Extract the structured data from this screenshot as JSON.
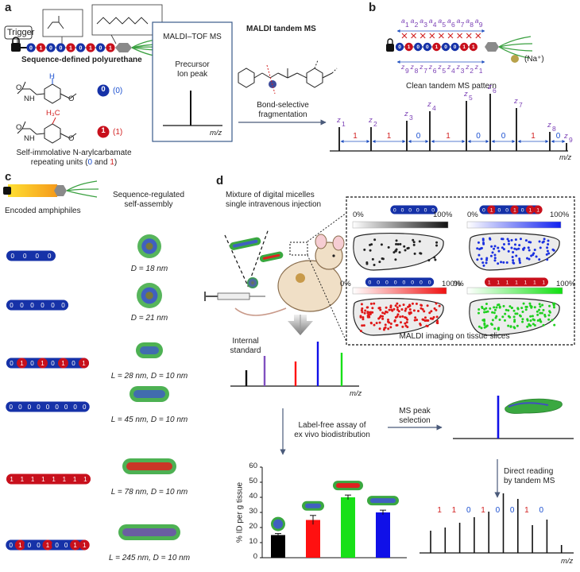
{
  "panels": {
    "a": "a",
    "b": "b",
    "c": "c",
    "d": "d"
  },
  "colors": {
    "zero_bead": "#1632a8",
    "one_bead": "#c8101c",
    "grey": "#888888",
    "green": "#34a83a"
  },
  "chain_sequences": {
    "a_top": "010010101",
    "b_top": "010010011",
    "c1": "0000",
    "c2": "000000",
    "c3": "01010101",
    "c4": "000000000",
    "c5": "11111111",
    "c6": "010010011",
    "d_black": "000000",
    "d_blue": "01001011",
    "d_red": "00000000",
    "d_green": "1111111"
  },
  "panel_a": {
    "trigger": "Trigger",
    "polymer_title": "Sequence-defined polyurethane",
    "bit0_label": "(0)",
    "bit1_label": "(1)",
    "bit0_glyph": "0",
    "bit1_glyph": "1",
    "repeating_line1": "Self-immolative N-arylcarbamate",
    "repeating_line2_pre": "repeating units (",
    "repeating_zero": "0",
    "repeating_and": " and ",
    "repeating_one": "1",
    "repeating_close": ")",
    "maldi_title": "MALDI–TOF MS",
    "precursor": "Precursor",
    "ion_peak": "Ion peak",
    "mz": "m/z",
    "tandem_title": "MALDI tandem MS",
    "bond_selective": "Bond-selective",
    "fragmentation": "fragmentation",
    "atom_h": "H",
    "atom_h3c": "H₃C",
    "atom_o": "O",
    "atom_n": "N",
    "atom_nh": "NH",
    "atom_h_small": "H",
    "subscript_3": "3"
  },
  "panel_b": {
    "a_labels": [
      "a1",
      "a2",
      "a3",
      "a4",
      "a5",
      "a6",
      "a7",
      "a8",
      "a9"
    ],
    "z_labels_top": [
      "z9",
      "z8",
      "z7",
      "z6",
      "z5",
      "z4",
      "z3",
      "z2",
      "z1"
    ],
    "na": "(Na⁺)",
    "clean": "Clean tandem MS pattern",
    "peaks": [
      "z1",
      "z2",
      "z3",
      "z4",
      "z5",
      "z6",
      "z7",
      "z8",
      "z9"
    ],
    "bits": [
      "1",
      "1",
      "0",
      "1",
      "0",
      "0",
      "1",
      "0"
    ],
    "mz": "m/z"
  },
  "panel_c": {
    "encoded": "Encoded amphiphiles",
    "seq_reg1": "Sequence-regulated",
    "seq_reg2": "self-assembly",
    "sizes": [
      "D = 18 nm",
      "D = 21 nm",
      "L = 28 nm, D = 10 nm",
      "L = 45 nm, D = 10 nm",
      "L = 78 nm, D = 10 nm",
      "L = 245 nm, D = 10 nm"
    ]
  },
  "panel_d": {
    "mixture1": "Mixture of digital micelles",
    "mixture2": "single intravenous injection",
    "pct0": "0%",
    "pct100": "100%",
    "maldi_imaging": "MALDI imaging on tissue slices",
    "internal1": "Internal",
    "internal2": "standard",
    "mz": "m/z",
    "labelfree1": "Label-free assay of",
    "labelfree2": "ex vivo biodistribution",
    "ms_peak1": "MS peak",
    "ms_peak2": "selection",
    "direct1": "Direct reading",
    "direct2": "by tandem MS",
    "tandem_bits": [
      "1",
      "1",
      "0",
      "1",
      "0",
      "0",
      "1",
      "0"
    ],
    "spectrum_heights": [
      0.28,
      0.32,
      0.38,
      0.45,
      0.52,
      0.75,
      0.68,
      0.35,
      0.42,
      0.1
    ]
  },
  "chart_data": {
    "type": "bar",
    "ylabel": "% ID per g tissue",
    "ylim": [
      0,
      60
    ],
    "yticks": [
      0,
      10,
      20,
      30,
      40,
      50,
      60
    ],
    "categories": [
      "black",
      "red",
      "green",
      "blue"
    ],
    "values": [
      15,
      25,
      40,
      30
    ],
    "errors": [
      1,
      3,
      1.5,
      1.5
    ],
    "colors": [
      "#000000",
      "#ff1010",
      "#18e018",
      "#1010e8"
    ]
  }
}
